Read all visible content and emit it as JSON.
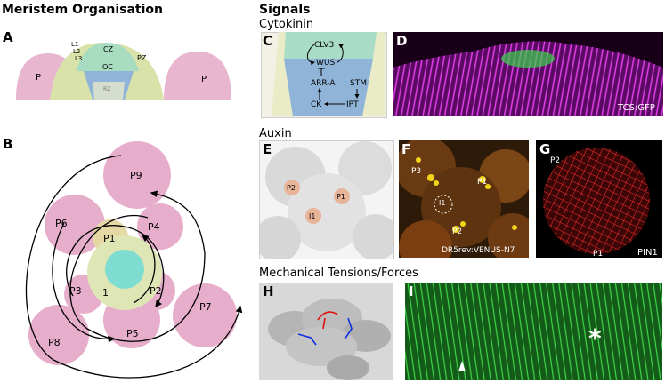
{
  "titles": {
    "left": "Meristem Organisation",
    "right": "Signals"
  },
  "sections": {
    "cytokinin": "Cytokinin",
    "auxin": "Auxin",
    "mechanical": "Mechanical Tensions/Forces"
  },
  "panels": {
    "A": "A",
    "B": "B",
    "C": "C",
    "D": "D",
    "E": "E",
    "F": "F",
    "G": "G",
    "H": "H",
    "I": "I"
  },
  "panelA": {
    "layers": [
      "L1",
      "L2",
      "L3"
    ],
    "cz": "CZ",
    "pz": "PZ",
    "oc": "OC",
    "rz": "RZ",
    "p": "P"
  },
  "panelB": {
    "primordia": [
      "P9",
      "P6",
      "P4",
      "P1",
      "P3",
      "i1",
      "P2",
      "P7",
      "P8",
      "P5"
    ]
  },
  "panelC": {
    "clv3": "CLV3",
    "wus": "WUS",
    "arra": "ARR-A",
    "stm": "STM",
    "ck": "CK",
    "ipt": "IPT"
  },
  "panelD": {
    "label": "TCS:GFP"
  },
  "panelE": {
    "p2": "P2",
    "p1": "P1",
    "i1": "I1"
  },
  "panelF": {
    "p3": "P3",
    "p1": "P1",
    "i1": "I1",
    "p2": "P2",
    "label": "DR5rev:VENUS-N7"
  },
  "panelG": {
    "p2": "P2",
    "p1": "P1",
    "label": "PIN1"
  },
  "colors": {
    "green_zone": "#bfe3b0",
    "blue_zone": "#8fb4d8",
    "pink": "#e8a9c9",
    "magenta": "#d93be0",
    "gfp": "#39d44a"
  }
}
